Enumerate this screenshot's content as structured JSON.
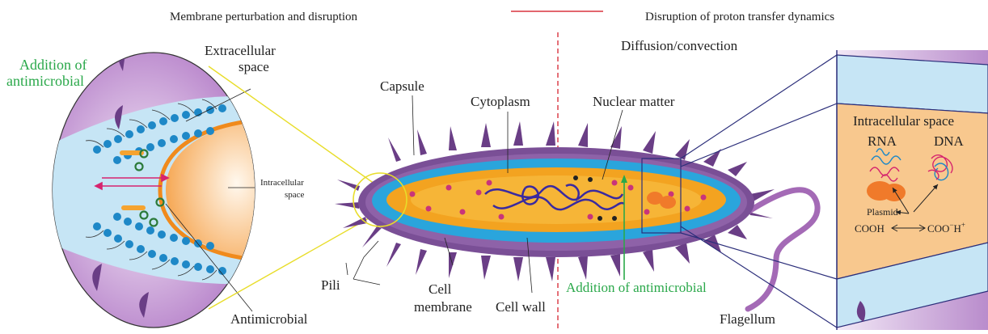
{
  "headings": {
    "left": "Membrane perturbation and disruption",
    "right": "Disruption of proton transfer dynamics"
  },
  "left_panel": {
    "addition_line1": "Addition of",
    "addition_line2": "antimicrobial",
    "extracellular_line1": "Extracellular",
    "extracellular_line2": "space",
    "intracellular_line1": "Intracellular",
    "intracellular_line2": "space",
    "antimicrobial": "Antimicrobial"
  },
  "center": {
    "diffusion": "Diffusion/convection",
    "capsule": "Capsule",
    "cytoplasm": "Cytoplasm",
    "nuclear_matter": "Nuclear matter",
    "pili": "Pili",
    "cell_membrane_line1": "Cell",
    "cell_membrane_line2": "membrane",
    "cell_wall": "Cell wall",
    "addition": "Addition of antimicrobial",
    "flagellum": "Flagellum"
  },
  "right_panel": {
    "intracellular_space": "Intracellular space",
    "rna": "RNA",
    "dna": "DNA",
    "plasmid": "Plasmid",
    "cooh": "COOH",
    "coo": "COO",
    "coo_minus": "−",
    "h": "H",
    "h_plus": "+"
  },
  "colors": {
    "green_text": "#2aa84a",
    "arrow_pink": "#d6246e",
    "capsule_purple": "#7a4f96",
    "membrane_blue": "#2aa5dc",
    "cytoplasm_orange": "#f3a320",
    "divider_red": "#d8343e",
    "guide_yellow": "#e8dd2a",
    "guide_navy": "#2b2e7a"
  }
}
